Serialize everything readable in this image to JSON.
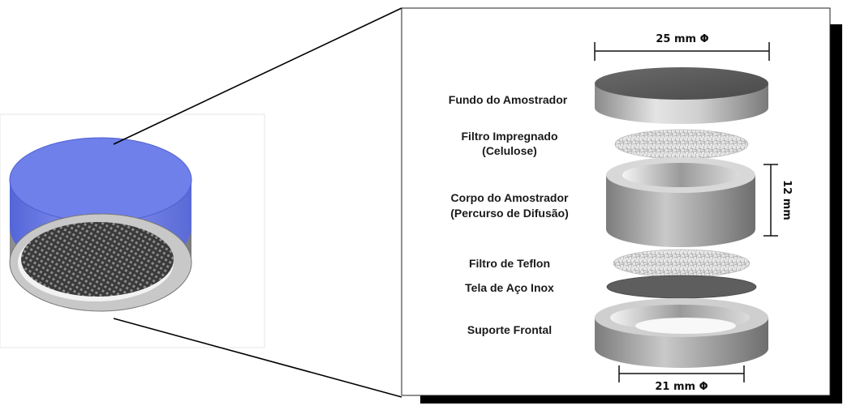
{
  "labels": {
    "top_cap": "Fundo do Amostrador",
    "impregnated_filter_1": "Filtro Impregnado",
    "impregnated_filter_2": "(Celulose)",
    "body_1": "Corpo do Amostrador",
    "body_2": "(Percurso de Difusão)",
    "teflon_filter": "Filtro de Teflon",
    "steel_mesh": "Tela de Aço Inox",
    "front_support": "Suporte Frontal"
  },
  "dimensions": {
    "top_diameter": "25 mm Φ",
    "height": "12 mm",
    "bottom_diameter": "21 mm Φ"
  },
  "colors": {
    "sampler_band": "#6f7fe8",
    "shadow": "#000000"
  }
}
